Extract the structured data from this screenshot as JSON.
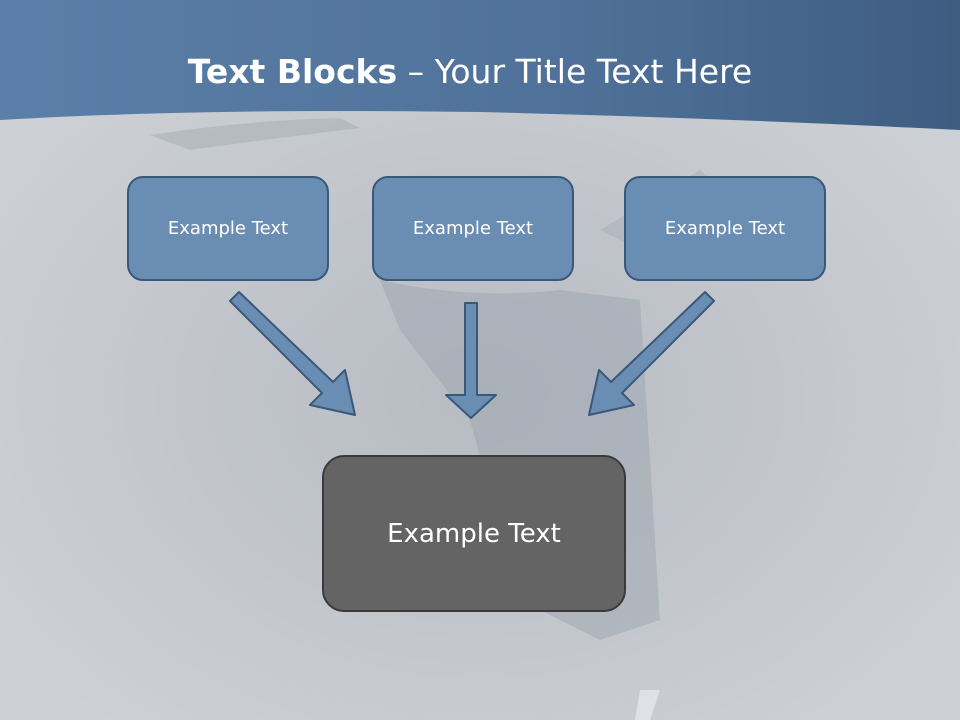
{
  "slide": {
    "title_bold": "Text Blocks",
    "title_rest": " – Your Title Text Here"
  },
  "blocks": [
    {
      "text": "Example Text"
    },
    {
      "text": "Example Text"
    },
    {
      "text": "Example Text"
    }
  ],
  "result_block": {
    "text": "Example Text"
  },
  "colors": {
    "header_blue": "#4a6c94",
    "block_fill": "#6a8db4",
    "block_border": "#3a5878",
    "result_fill": "#646464",
    "background": "#c5c9ce"
  }
}
